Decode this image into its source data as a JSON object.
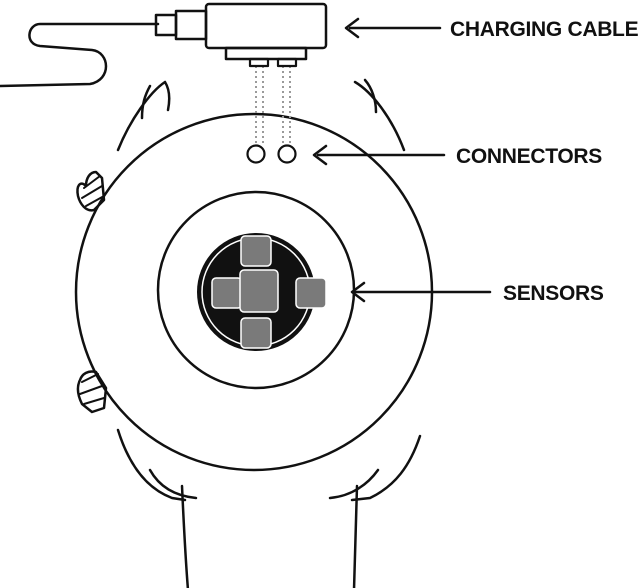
{
  "labels": {
    "charging_cable": "CHARGING CABLE",
    "connectors": "CONNECTORS",
    "sensors": "SENSORS"
  },
  "colors": {
    "ink": "#111111",
    "sensor_window": "#111111",
    "sensor_pad": "#7a7a7a",
    "connector_guide": "#9a9a9a",
    "background": "#ffffff"
  },
  "icons": {
    "arrow": "arrow-left-icon"
  }
}
